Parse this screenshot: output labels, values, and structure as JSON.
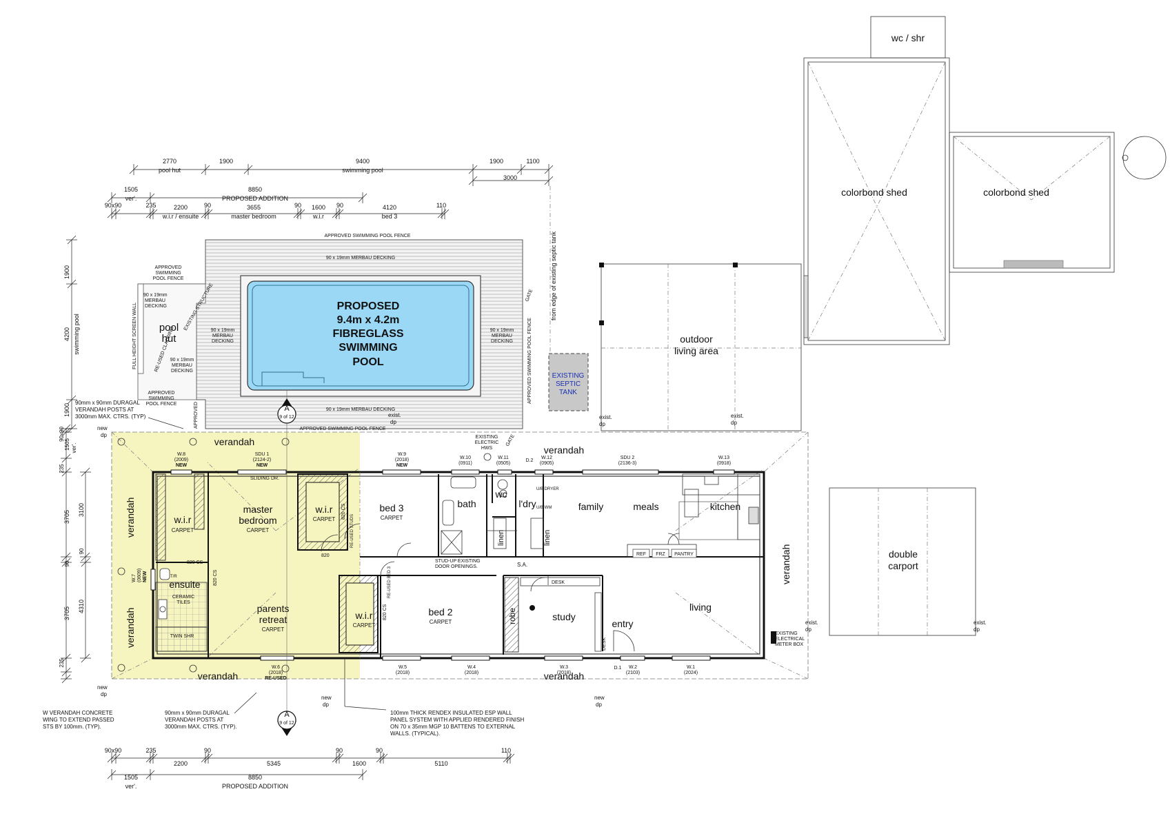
{
  "outbuildings": {
    "wc_shr": "wc  /  shr",
    "shed": "colorbond shed",
    "outdoor_line1": "outdoor",
    "outdoor_line2": "living area",
    "carport_line1": "double",
    "carport_line2": "carport",
    "septic_line1": "EXISTING",
    "septic_line2": "SEPTIC",
    "septic_line3": "TANK",
    "septic_note": "from edge of existing septic tank"
  },
  "pool": {
    "line1": "PROPOSED",
    "line2": "9.4m x 4.2m",
    "line3": "FIBREGLASS",
    "line4": "SWIMMING",
    "line5": "POOL",
    "fence": "APPROVED SWIMMING POOL FENCE",
    "decking": "90 x 19mm MERBAU DECKING",
    "hut_line1": "pool",
    "hut_line2": "hut",
    "screen_wall": "FULL HEIGHT SCREEN WALL",
    "existing_structure": "EXISTING STRUCTURE",
    "reused_cladding": "RE-USED CLADDING",
    "fence_note_1": "APPROVED",
    "fence_note_2": "SWIMMING",
    "fence_note_3": "POOL FENCE",
    "merbau_1": "90 x 19mm",
    "merbau_2": "MERBAU",
    "merbau_3": "DECKING",
    "gate": "GATE"
  },
  "rooms": {
    "verandah": "verandah",
    "wir": "w.i.r",
    "carpet": "CARPET",
    "master_1": "master",
    "master_2": "bedroom",
    "bed3": "bed 3",
    "bath": "bath",
    "wc": "wc",
    "ldry": "l'dry",
    "linen": "linen",
    "family": "family",
    "meals": "meals",
    "kitchen": "kitchen",
    "ensuite": "ensuite",
    "ceramic_1": "CERAMIC",
    "ceramic_2": "TILES",
    "twin_shr": "TWIN SHR",
    "parents_1": "parents",
    "parents_2": "retreat",
    "bed2": "bed 2",
    "robe": "robe",
    "study": "study",
    "entry": "entry",
    "living": "living",
    "desk": "DESK",
    "ref": "REF",
    "frz": "FRZ",
    "pantry": "PANTRY",
    "ub_dryer": "U/B DRYER",
    "ub_wm": "U/B WM",
    "sa": "S.A.",
    "tr": "T/R",
    "cs820": "820 CS",
    "n820": "820",
    "sliding": "SLIDING DR.",
    "studup_1": "STUD-UP EXISTING",
    "studup_2": "DOOR OPENINGS.",
    "reused_studs": "RE-USED STUDS",
    "reused_bed3": "RE-USED BED 3"
  },
  "windows": {
    "w8": "W.8",
    "w8s": "(2009)",
    "new": "NEW",
    "sdu1": "SDU 1",
    "sdu1s": "(2124-2)",
    "w9": "W.9",
    "w9s": "(2018)",
    "w10": "W.10",
    "w10s": "(0911)",
    "w11": "W.11",
    "w11s": "(0505)",
    "w12": "W.12",
    "w12s": "(0905)",
    "sdu2": "SDU 2",
    "sdu2s": "(2136-3)",
    "w13": "W.13",
    "w13s": "(0918)",
    "w7": "W.7",
    "w7s": "(0609)",
    "w6": "W.6",
    "w6s": "(2018)",
    "reused": "RE-USED",
    "w5": "W.5",
    "w5s": "(2018)",
    "w4": "W.4",
    "w4s": "(2018)",
    "w3": "W.3",
    "w3s": "(2018)",
    "w2": "W.2",
    "w2s": "(2103)",
    "w1": "W.1",
    "w1s": "(2024)",
    "d2": "D.2",
    "d1": "D.1"
  },
  "notes": {
    "posts_1": "90mm x 90mm DURAGAL",
    "posts_2": "VERANDAH POSTS AT",
    "posts_3": "3000mm MAX. CTRS. (TYP)",
    "posts_b1": "90mm x 90mm DURAGAL",
    "posts_b2": "VERANDAH POSTS AT",
    "posts_b3": "3000mm MAX. CTRS. (TYP).",
    "slab_1": "W VERANDAH CONCRETE",
    "slab_2": "WING TO EXTEND PASSED",
    "slab_3": "STS BY 100mm. (TYP).",
    "wall_1": "100mm THICK RENDEX INSULATED ESP WALL",
    "wall_2": "PANEL SYSTEM WITH APPLIED RENDERED FINISH",
    "wall_3": "ON 70 x 35mm MGP 10 BATTENS TO EXTERNAL",
    "wall_4": "WALLS. (TYPICAL).",
    "hws_1": "EXISTING",
    "hws_2": "ELECTRIC",
    "hws_3": "HWS",
    "meter_1": "EXISTING",
    "meter_2": "ELECTRICAL",
    "meter_3": "METER BOX",
    "exist": "exist.",
    "new": "new",
    "dp": "dp",
    "section_letter": "A",
    "section_sheet": "9 of 12"
  },
  "dims_top": {
    "d2770": "2770",
    "pool_hut": "pool hut",
    "d1900a": "1900",
    "d9400": "9400",
    "swimming_pool": "swimming pool",
    "d1900b": "1900",
    "d1100": "1100",
    "d3000": "3000",
    "d1505": "1505",
    "ver": "ver'.",
    "d8850": "8850",
    "proposed": "PROPOSED ADDITION",
    "d90x90": "90x90",
    "d235": "235",
    "d2200": "2200",
    "wir_ens": "w.i.r / ensuite",
    "d90a": "90",
    "d3655": "3655",
    "master_bed": "master bedroom",
    "d90b": "90",
    "d1600": "1600",
    "wir": "w.i.r",
    "d90c": "90",
    "d4120": "4120",
    "bed3": "bed 3",
    "d110": "110"
  },
  "dims_bottom": {
    "d90x90": "90x90",
    "d235": "235",
    "d90a": "90",
    "d90b": "90",
    "d90c": "90",
    "d110": "110",
    "d2200": "2200",
    "d5345": "5345",
    "d1600": "1600",
    "d5110": "5110",
    "d1505": "1505",
    "ver": "ver'.",
    "d8850": "8850",
    "proposed": "PROPOSED ADDITION"
  },
  "dims_left": {
    "d1900a": "1900",
    "d4200": "4200",
    "swimming_pool": "swimming pool",
    "d1900b": "1900",
    "d1505": "1505",
    "ver": "ver'.",
    "d90x90": "90x90",
    "d235a": "235",
    "d3705a": "3705",
    "d3100": "3100",
    "d90a": "90",
    "d90b": "90",
    "d3705b": "3705",
    "d4310": "4310",
    "d235b": "235"
  }
}
